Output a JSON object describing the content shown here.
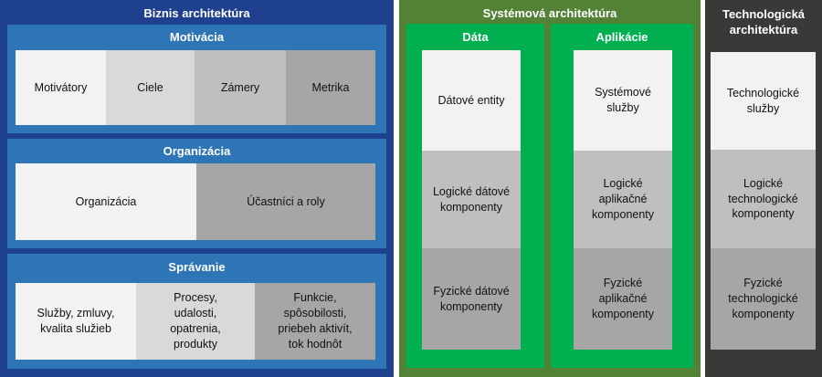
{
  "business": {
    "title": "Biznis architektúra",
    "motivation": {
      "title": "Motivácia",
      "cells": [
        "Motivátory",
        "Ciele",
        "Zámery",
        "Metrika"
      ]
    },
    "organization": {
      "title": "Organizácia",
      "cells": [
        "Organizácia",
        "Účastníci a roly"
      ]
    },
    "behavior": {
      "title": "Správanie",
      "cells": [
        "Služby, zmluvy,\nkvalita služieb",
        "Procesy,\nudalosti,\nopatrenia,\nprodukty",
        "Funkcie,\nspôsobilosti,\npriebeh aktivít,\ntok hodnôt"
      ]
    }
  },
  "systems": {
    "title": "Systémová architektúra",
    "data": {
      "title": "Dáta",
      "cells": [
        "Dátové entity",
        "Logické dátové\nkomponenty",
        "Fyzické dátové\nkomponenty"
      ]
    },
    "applications": {
      "title": "Aplikácie",
      "cells": [
        "Systémové\nslužby",
        "Logické\naplikačné\nkomponenty",
        "Fyzické\naplikačné\nkomponenty"
      ]
    }
  },
  "technology": {
    "title": "Technologická\narchitektúra",
    "cells": [
      "Technologické\nslužby",
      "Logické\ntechnologické\nkomponenty",
      "Fyzické\ntechnologické\nkomponenty"
    ]
  },
  "colors": {
    "business_outer": "#1f3f8f",
    "business_inner": "#2e75b6",
    "systems_outer": "#538135",
    "systems_inner": "#00b050",
    "technology_outer": "#3b3838"
  }
}
